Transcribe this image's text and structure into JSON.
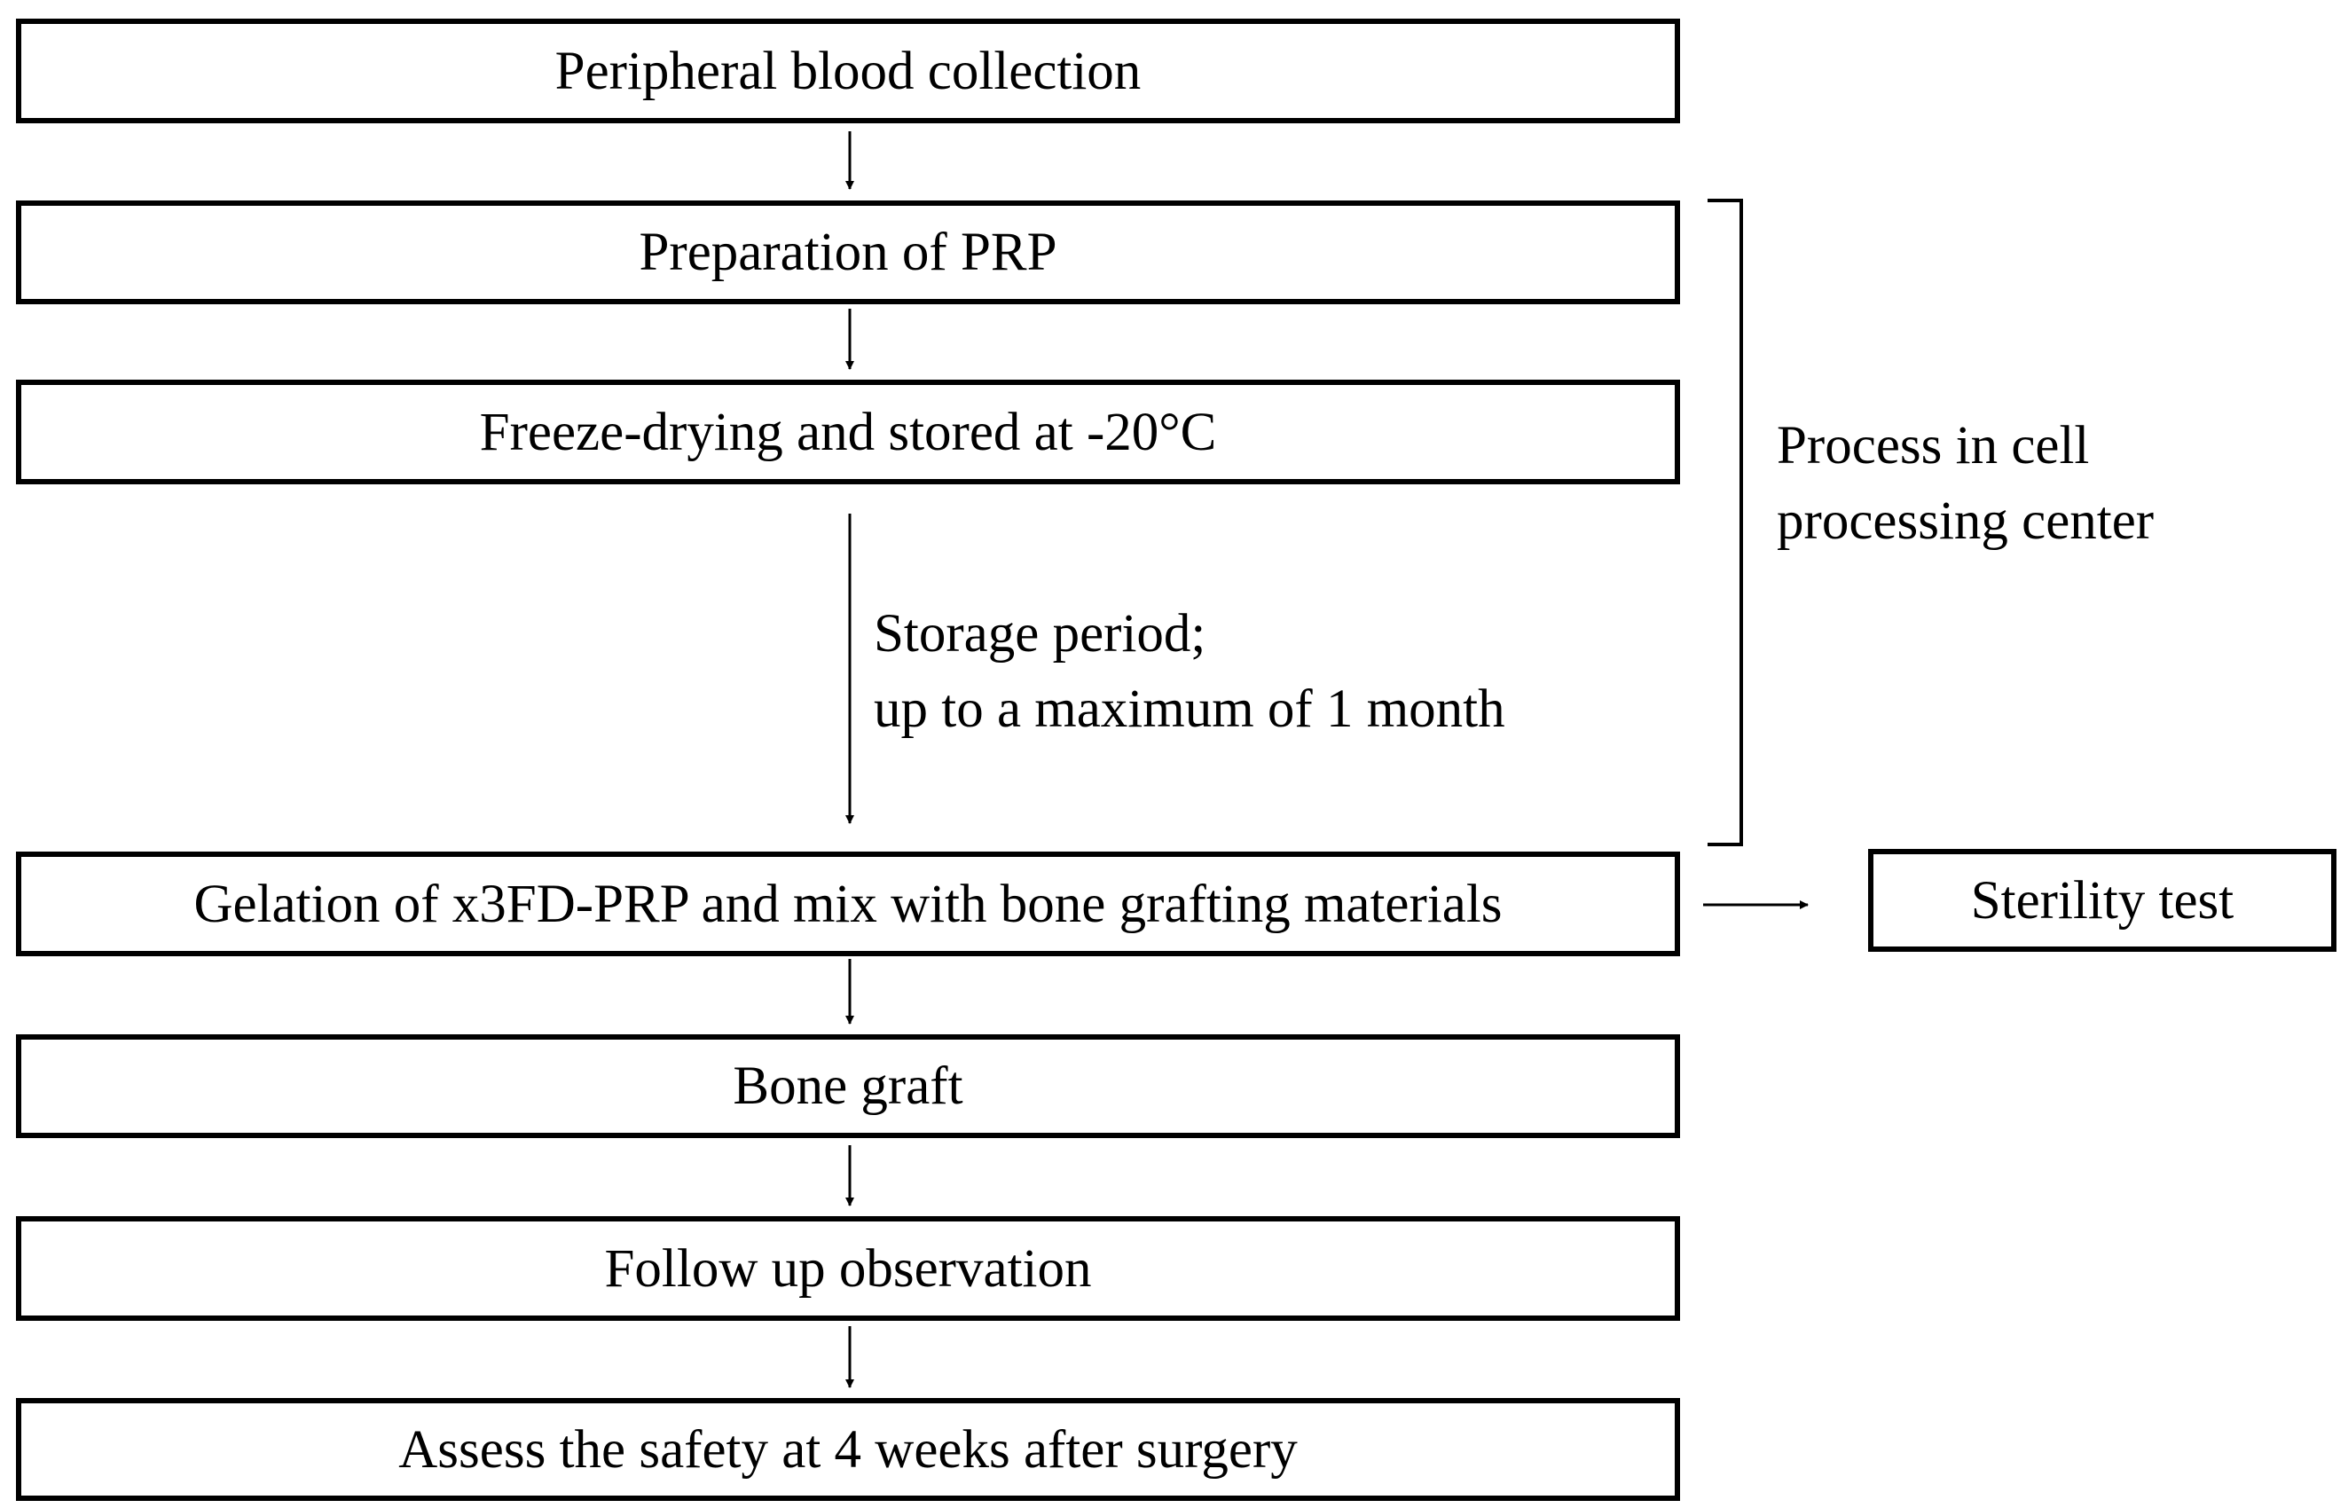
{
  "steps": {
    "blood_collection": "Peripheral blood collection",
    "prp_preparation": "Preparation of PRP",
    "freeze_drying": "Freeze-drying and stored at -20°C",
    "gelation": "Gelation of x3FD-PRP and mix with bone grafting materials",
    "bone_graft": "Bone graft",
    "follow_up": "Follow up observation",
    "assess_safety": "Assess the safety at 4 weeks after surgery"
  },
  "storage_note": {
    "line1": "Storage period;",
    "line2": "up to a maximum  of 1 month"
  },
  "bracket_label": {
    "line1": "Process in cell",
    "line2": "processing center"
  },
  "side_test": "Sterility  test",
  "colors": {
    "stroke": "#000000",
    "background": "#ffffff"
  }
}
